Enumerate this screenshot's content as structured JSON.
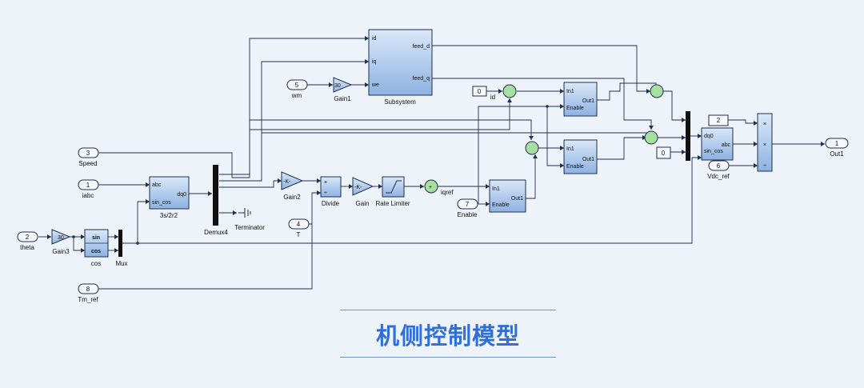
{
  "title": "机侧控制模型",
  "ports_in": {
    "speed": {
      "num": "3",
      "label": "Speed"
    },
    "iabc": {
      "num": "1",
      "label": "iabc"
    },
    "theta": {
      "num": "2",
      "label": "theta"
    },
    "tm_ref": {
      "num": "8",
      "label": "Tm_ref"
    },
    "t": {
      "num": "4",
      "label": "T"
    },
    "wm": {
      "num": "5",
      "label": "wm"
    },
    "enable": {
      "num": "7",
      "label": "Enable"
    },
    "vdc_ref": {
      "num": "6",
      "label": "Vdc_ref"
    }
  },
  "port_out": {
    "num": "1",
    "label": "Out1"
  },
  "constants": {
    "id": "0",
    "id_label": "id",
    "zero": "0",
    "two": "2"
  },
  "blocks": {
    "gain3": {
      "value": "30",
      "label": "Gain3"
    },
    "gain1": {
      "value": "30",
      "label": "Gain1"
    },
    "gain2": {
      "value": "-K-",
      "label": "Gain2"
    },
    "gain": {
      "value": "-K-",
      "label": "Gain"
    },
    "trig": {
      "sin": "sin",
      "cos": "cos",
      "label": "cos"
    },
    "mux": {
      "label": "Mux"
    },
    "t3s2r2": {
      "in1": "abc",
      "in2": "sin_cos",
      "out": "dq0",
      "label": "3s/2r2"
    },
    "demux": {
      "label": "Demux4"
    },
    "terminator": {
      "label": "Terminator"
    },
    "divide": {
      "label": "Divide",
      "op1": "×",
      "op2": "÷"
    },
    "rate": {
      "label": "Rate Limiter"
    },
    "subsystem": {
      "in1": "id",
      "in2": "iq",
      "in3": "we",
      "out1": "feed_d",
      "out2": "feed_q",
      "label": "Subsystem"
    },
    "pi": {
      "in": "In1",
      "out": "Out1",
      "en": "Enable"
    },
    "iqref": "iqref",
    "dq0abc": {
      "in1": "dq0",
      "in2": "sin_cos",
      "out": "abc"
    },
    "product": {
      "op1": "×",
      "op2": "×",
      "op3": "÷"
    }
  }
}
